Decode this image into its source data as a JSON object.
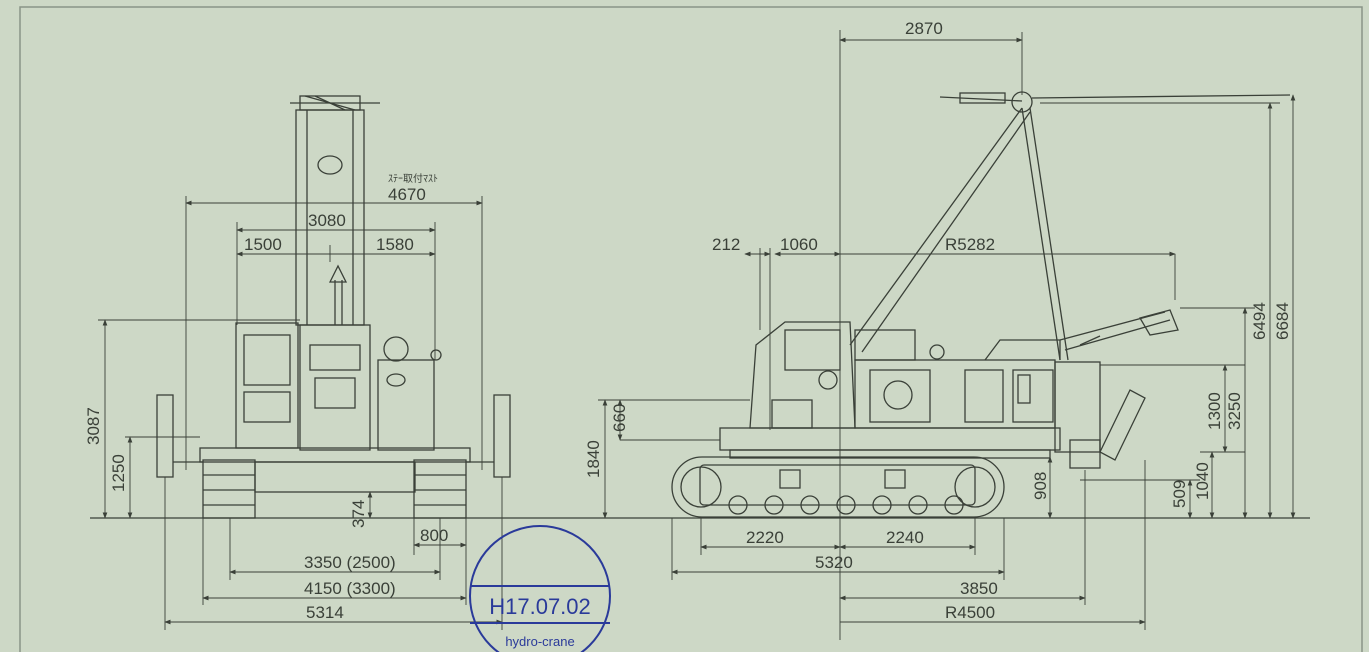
{
  "colors": {
    "background": "#cdd8c6",
    "line": "#3a4038",
    "stamp": "#2a3a9a",
    "border": "#8a9487"
  },
  "front_view": {
    "note": "ｽﾃｰ取付ﾏｽﾄ",
    "dims": {
      "width_top": "4670",
      "width_mid": "3080",
      "left_half": "1500",
      "right_half": "1580",
      "height_total": "3087",
      "height_low": "1250",
      "clearance": "374",
      "track_width": "800",
      "gauge": "3350 (2500)",
      "overall_width": "4150 (3300)",
      "outrigger_span": "5314"
    }
  },
  "side_view": {
    "dims": {
      "boom_offset": "2870",
      "rear_small": "212",
      "rear_offset": "1060",
      "swing_radius": "R5282",
      "height_660": "660",
      "height_1840": "1840",
      "height_908": "908",
      "height_509": "509",
      "height_1040": "1040",
      "height_1300": "1300",
      "height_3250": "3250",
      "height_6494": "6494",
      "height_6684": "6684",
      "tumbler_left": "2220",
      "tumbler_right": "2240",
      "track_length": "5320",
      "reach_front": "3850",
      "radius_front": "R4500"
    }
  },
  "stamp": {
    "date": "H17.07.02",
    "name": "hydro-crane"
  }
}
